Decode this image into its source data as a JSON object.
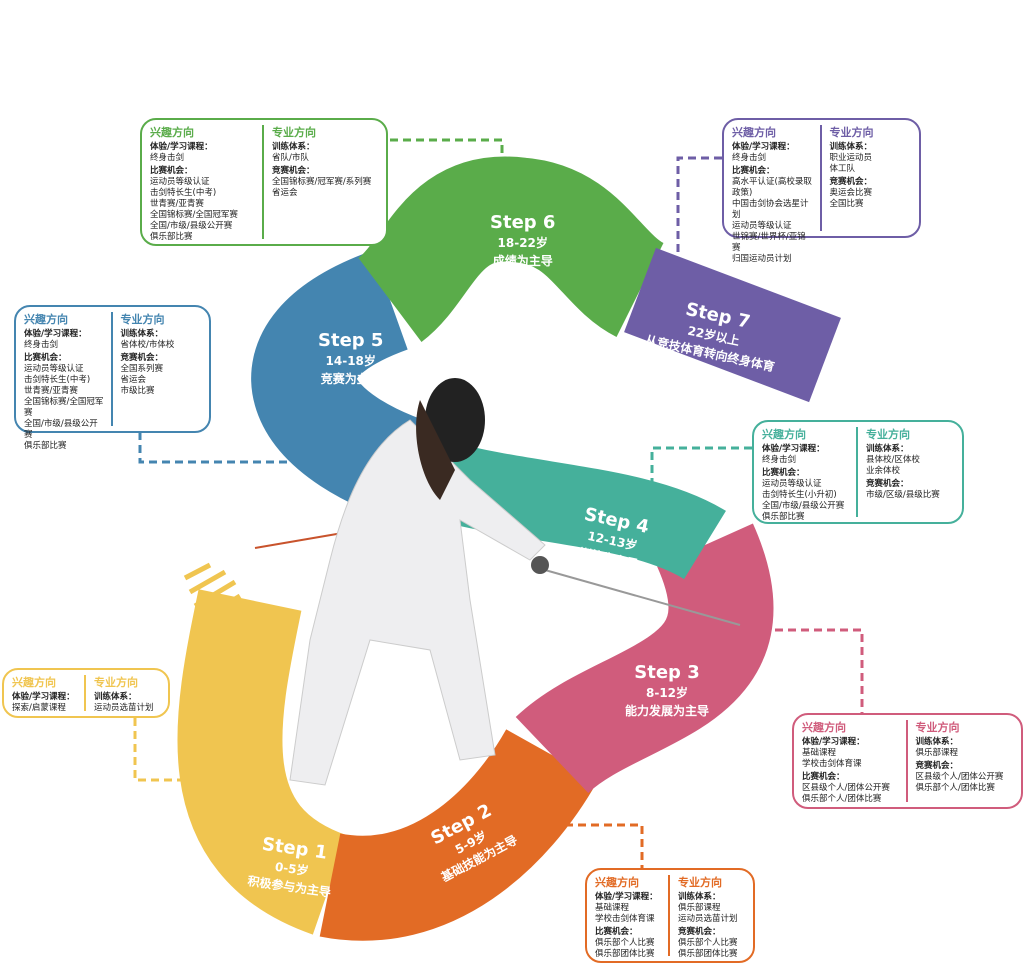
{
  "colors": {
    "step1": "#f0c550",
    "step2": "#e26b25",
    "step3": "#d05c7c",
    "step4": "#45b09b",
    "step5": "#4485b0",
    "step6": "#5aac4a",
    "step7": "#6e5ea6"
  },
  "labels": {
    "interest": "兴趣方向",
    "pro": "专业方向",
    "course": "体验/学习课程：",
    "comp": "比赛机会：",
    "train": "训练体系：",
    "pcomp": "竞赛机会："
  },
  "steps": [
    {
      "title": "Step 1",
      "age": "0-5岁",
      "focus": "积极参与为主导",
      "courses": [
        "探索/启蒙课程"
      ],
      "comps": [],
      "train": [
        "运动员选苗计划"
      ],
      "pcomps": []
    },
    {
      "title": "Step 2",
      "age": "5-9岁",
      "focus": "基础技能为主导",
      "courses": [
        "基础课程",
        "学校击剑体育课"
      ],
      "comps": [
        "俱乐部个人比赛",
        "俱乐部团体比赛"
      ],
      "train": [
        "俱乐部课程",
        "运动员选苗计划"
      ],
      "pcomps": [
        "俱乐部个人比赛",
        "俱乐部团体比赛"
      ]
    },
    {
      "title": "Step 3",
      "age": "8-12岁",
      "focus": "能力发展为主导",
      "courses": [
        "基础课程",
        "学校击剑体育课"
      ],
      "comps": [
        "区县级个人/团体公开赛",
        "俱乐部个人/团体比赛"
      ],
      "train": [
        "俱乐部课程"
      ],
      "pcomps": [
        "区县级个人/团体公开赛",
        "俱乐部个人/团体比赛"
      ]
    },
    {
      "title": "Step 4",
      "age": "12-13岁",
      "focus": "训练为主导",
      "courses": [
        "终身击剑"
      ],
      "comps": [
        "运动员等级认证",
        "击剑特长生(小升初)",
        "全国/市级/县级公开赛",
        "俱乐部比赛"
      ],
      "train": [
        "县体校/区体校",
        "业余体校"
      ],
      "pcomps": [
        "市级/区级/县级比赛"
      ]
    },
    {
      "title": "Step 5",
      "age": "14-18岁",
      "focus": "竞赛为主导",
      "courses": [
        "终身击剑"
      ],
      "comps": [
        "运动员等级认证",
        "击剑特长生(中考)",
        "世青赛/亚青赛",
        "全国锦标赛/全国冠军赛",
        "全国/市级/县级公开赛",
        "俱乐部比赛"
      ],
      "train": [
        "省体校/市体校"
      ],
      "pcomps": [
        "全国系列赛",
        "省运会",
        "市级比赛"
      ]
    },
    {
      "title": "Step 6",
      "age": "18-22岁",
      "focus": "成绩为主导",
      "courses": [
        "终身击剑"
      ],
      "comps": [
        "运动员等级认证",
        "击剑特长生(中考)",
        "世青赛/亚青赛",
        "全国锦标赛/全国冠军赛",
        "全国/市级/县级公开赛",
        "俱乐部比赛"
      ],
      "train": [
        "省队/市队"
      ],
      "pcomps": [
        "全国锦标赛/冠军赛/系列赛",
        "省运会"
      ]
    },
    {
      "title": "Step 7",
      "age": "22岁以上",
      "focus": "从竞技体育转向终身体育",
      "courses": [
        "终身击剑"
      ],
      "comps": [
        "高水平认证(高校录取政策)",
        "中国击剑协会选星计划",
        "运动员等级认证",
        "世锦赛/世界杯/亚锦赛",
        "归国运动员计划"
      ],
      "train": [
        "职业运动员",
        "体工队"
      ],
      "pcomps": [
        "奥运会比赛",
        "全国比赛"
      ]
    }
  ]
}
